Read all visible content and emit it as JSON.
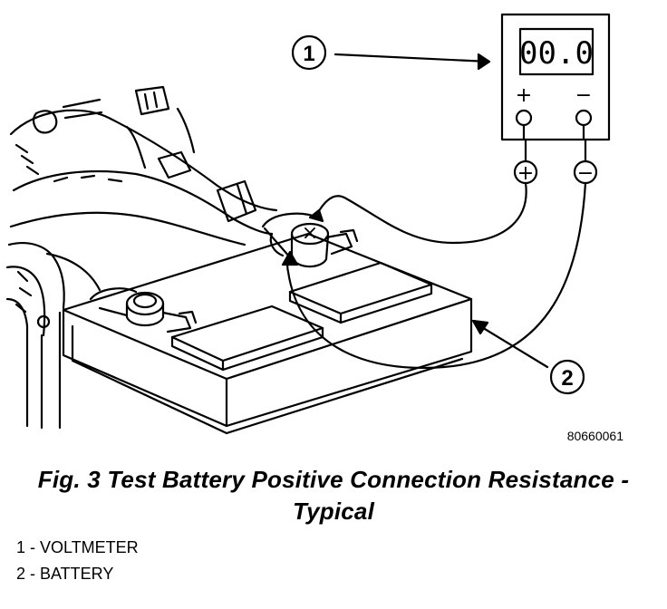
{
  "figure": {
    "meter_display": "00.0",
    "meter_plus": "+",
    "meter_minus": "−",
    "probe_plus": "+",
    "probe_minus": "−",
    "terminal_mark": "×",
    "callout_1": "1",
    "callout_2": "2",
    "figure_id": "80660061"
  },
  "caption": {
    "line1": "Fig. 3 Test Battery Positive Connection Resistance -",
    "line2": "Typical"
  },
  "legend": {
    "item1": "1 - VOLTMETER",
    "item2": "2 - BATTERY"
  }
}
